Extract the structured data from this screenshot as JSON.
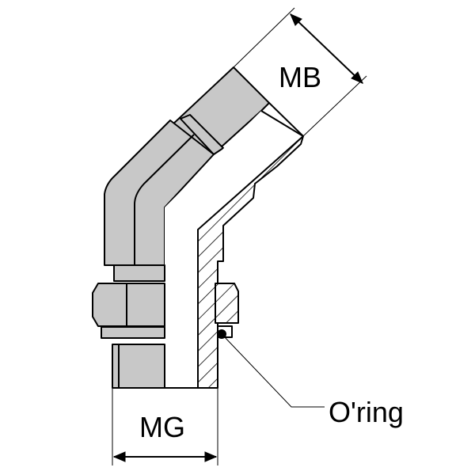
{
  "diagram": {
    "labels": {
      "mb": "MB",
      "mg": "MG",
      "oring": "O'ring"
    },
    "colors": {
      "body": "#c8c8c8",
      "line": "#000000",
      "bore": "#ffffff"
    }
  }
}
